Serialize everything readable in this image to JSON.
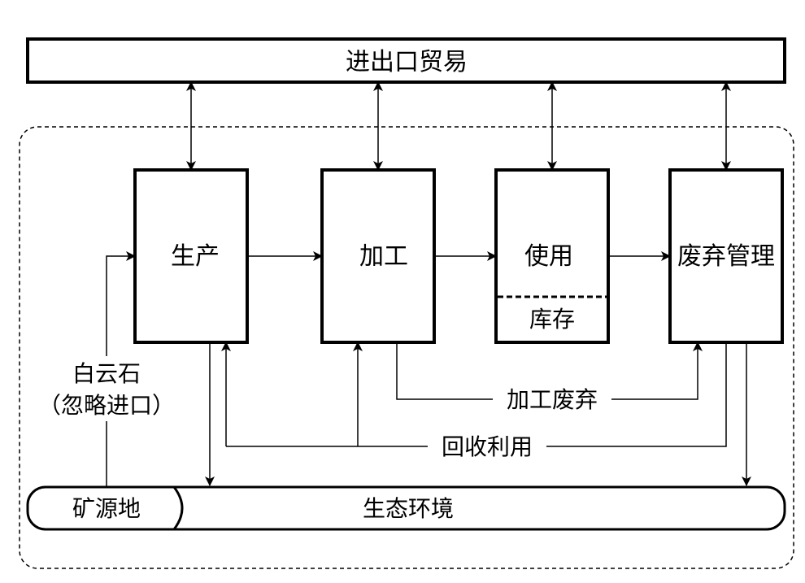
{
  "trade": {
    "label": "进出口贸易"
  },
  "stages": {
    "production": {
      "label": "生产"
    },
    "processing": {
      "label": "加工"
    },
    "use": {
      "label": "使用",
      "stock_label": "库存"
    },
    "waste_management": {
      "label": "废弃管理"
    }
  },
  "flows": {
    "processing_waste": {
      "label": "加工废弃"
    },
    "recycling": {
      "label": "回收利用"
    }
  },
  "dolomite": {
    "line1": "白云石",
    "line2": "（忽略进口）"
  },
  "environment": {
    "label": "生态环境",
    "mine_label": "矿源地"
  }
}
